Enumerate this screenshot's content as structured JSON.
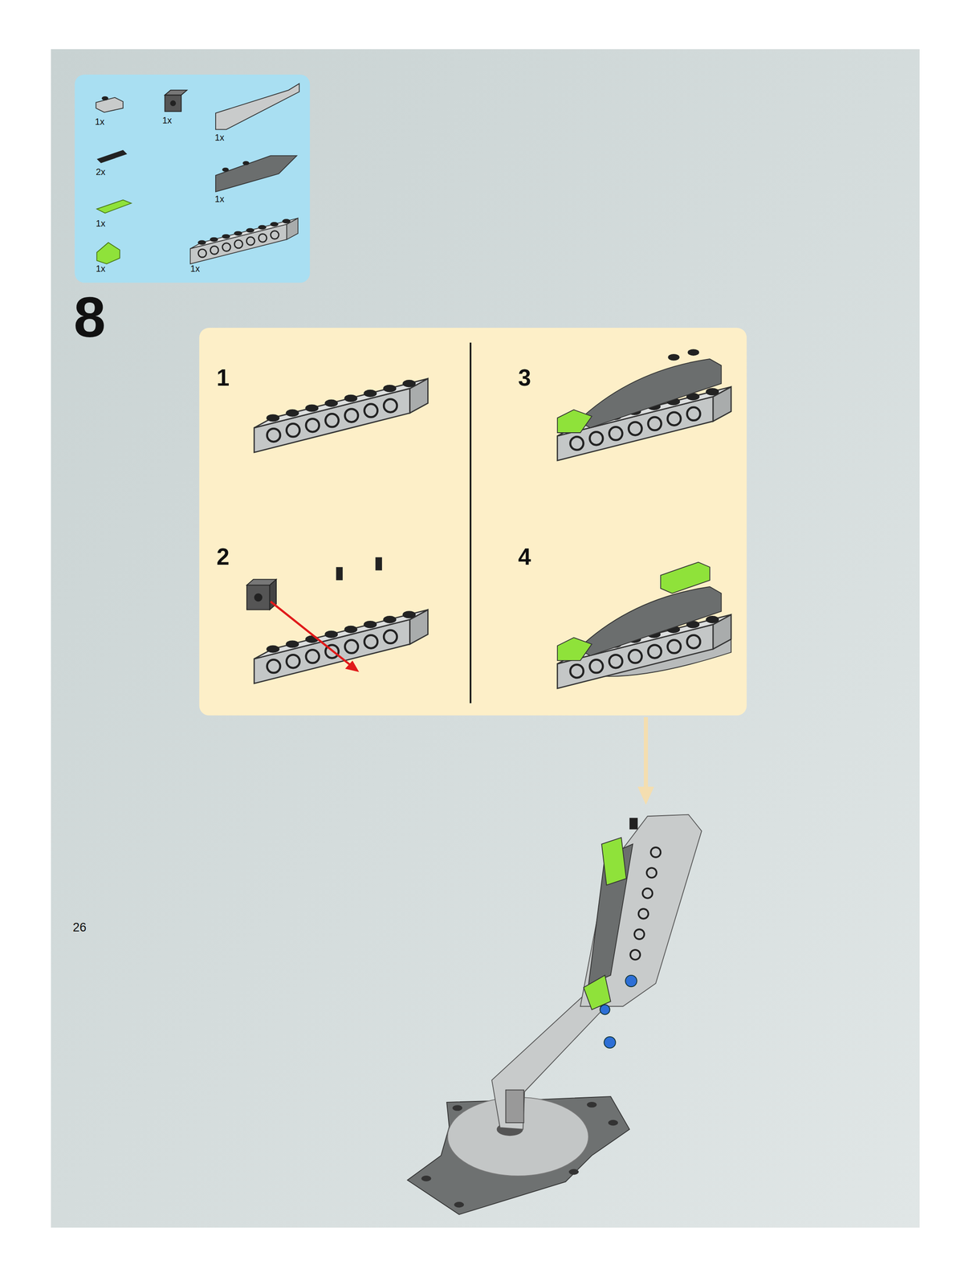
{
  "diagram": {
    "labels": [
      "1x",
      "1x",
      "1x",
      "2x",
      "1x",
      "1x",
      "1x",
      "1x",
      "8",
      "1",
      "3",
      "2",
      "4",
      "26"
    ]
  }
}
